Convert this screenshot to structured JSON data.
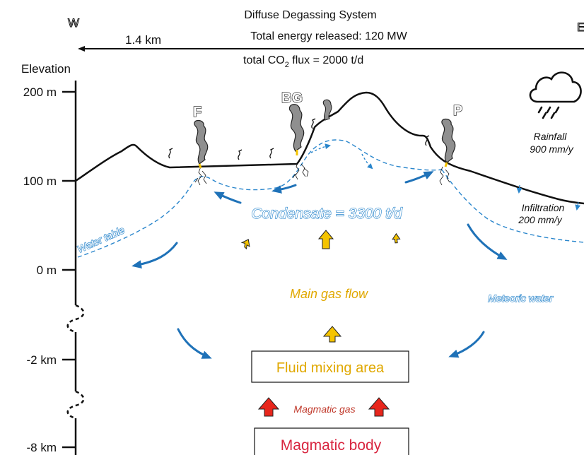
{
  "header": {
    "west_label": "W",
    "east_label": "E",
    "distance": "1.4 km",
    "title": "Diffuse Degassing System",
    "energy": "Total energy released: 120 MW",
    "flux_prefix": "total  CO",
    "flux_sub": "2",
    "flux_suffix": " flux = 2000 t/d"
  },
  "axis": {
    "title": "Elevation",
    "ticks": [
      "200 m",
      "100 m",
      "0 m",
      "-2 km",
      "-8 km"
    ]
  },
  "vents": [
    "F",
    "BG",
    "P"
  ],
  "labels": {
    "rainfall": "Rainfall",
    "rainfall_value": "900 mm/y",
    "infiltration": "Infiltration",
    "infiltration_value": "200 mm/y",
    "water_table": "Water table",
    "condensate": "Condensate = 3300 t/d",
    "main_gas_flow": "Main gas flow",
    "meteoric_water": "Meteoric water",
    "fluid_mixing": "Fluid mixing area",
    "magmatic_gas": "Magmatic gas",
    "magmatic_body": "Magmatic body"
  },
  "colors": {
    "water_blue": "#1f72b8",
    "gas_yellow": "#f5c400",
    "gas_text": "#e0a800",
    "magma_red": "#e8261c",
    "magma_text": "#d8253f",
    "plume_gray": "#8f8f8f"
  }
}
